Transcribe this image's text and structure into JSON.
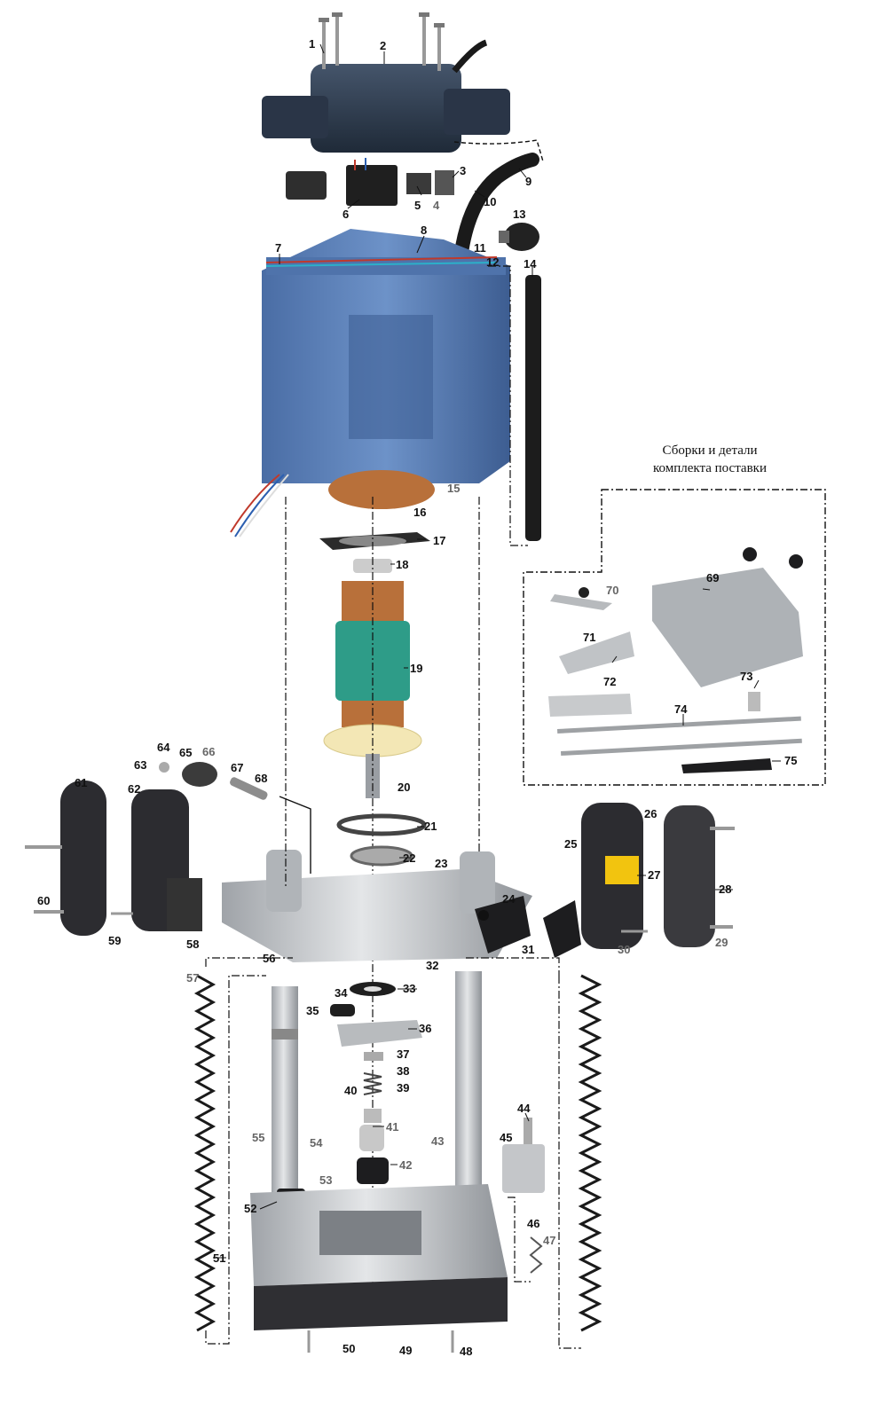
{
  "kit": {
    "caption_line1": "Сборки и детали",
    "caption_line2": "комплекта поставки"
  },
  "colors": {
    "motor_housing": "#5a7fb8",
    "cover_dark": "#2f3e52",
    "armature_green": "#2e9c88",
    "copper": "#b8703a",
    "fan": "#f3e7b5",
    "aluminium": "#c9ccd0",
    "black_part": "#1d1d1f"
  },
  "labels": [
    {
      "id": "1",
      "text": "1"
    },
    {
      "id": "2",
      "text": "2"
    },
    {
      "id": "3",
      "text": "3"
    },
    {
      "id": "4",
      "text": "4"
    },
    {
      "id": "5",
      "text": "5"
    },
    {
      "id": "6",
      "text": "6"
    },
    {
      "id": "7",
      "text": "7"
    },
    {
      "id": "8",
      "text": "8"
    },
    {
      "id": "9",
      "text": "9"
    },
    {
      "id": "10",
      "text": "10"
    },
    {
      "id": "11",
      "text": "11"
    },
    {
      "id": "12",
      "text": "12"
    },
    {
      "id": "13",
      "text": "13"
    },
    {
      "id": "14",
      "text": "14"
    },
    {
      "id": "15",
      "text": "15"
    },
    {
      "id": "16",
      "text": "16"
    },
    {
      "id": "17",
      "text": "17"
    },
    {
      "id": "18",
      "text": "18"
    },
    {
      "id": "19",
      "text": "19"
    },
    {
      "id": "20",
      "text": "20"
    },
    {
      "id": "21",
      "text": "21"
    },
    {
      "id": "22",
      "text": "22"
    },
    {
      "id": "23",
      "text": "23"
    },
    {
      "id": "24",
      "text": "24"
    },
    {
      "id": "25",
      "text": "25"
    },
    {
      "id": "26",
      "text": "26"
    },
    {
      "id": "27",
      "text": "27"
    },
    {
      "id": "28",
      "text": "28"
    },
    {
      "id": "29",
      "text": "29"
    },
    {
      "id": "30",
      "text": "30"
    },
    {
      "id": "31",
      "text": "31"
    },
    {
      "id": "32",
      "text": "32"
    },
    {
      "id": "33",
      "text": "33"
    },
    {
      "id": "34",
      "text": "34"
    },
    {
      "id": "35",
      "text": "35"
    },
    {
      "id": "36",
      "text": "36"
    },
    {
      "id": "37",
      "text": "37"
    },
    {
      "id": "38",
      "text": "38"
    },
    {
      "id": "39",
      "text": "39"
    },
    {
      "id": "40",
      "text": "40"
    },
    {
      "id": "41",
      "text": "41"
    },
    {
      "id": "42",
      "text": "42"
    },
    {
      "id": "43",
      "text": "43"
    },
    {
      "id": "44",
      "text": "44"
    },
    {
      "id": "45",
      "text": "45"
    },
    {
      "id": "46",
      "text": "46"
    },
    {
      "id": "47",
      "text": "47"
    },
    {
      "id": "48",
      "text": "48"
    },
    {
      "id": "49",
      "text": "49"
    },
    {
      "id": "50",
      "text": "50"
    },
    {
      "id": "51",
      "text": "51"
    },
    {
      "id": "52",
      "text": "52"
    },
    {
      "id": "53",
      "text": "53"
    },
    {
      "id": "54",
      "text": "54"
    },
    {
      "id": "55",
      "text": "55"
    },
    {
      "id": "56",
      "text": "56"
    },
    {
      "id": "57",
      "text": "57"
    },
    {
      "id": "58",
      "text": "58"
    },
    {
      "id": "59",
      "text": "59"
    },
    {
      "id": "60",
      "text": "60"
    },
    {
      "id": "61",
      "text": "61"
    },
    {
      "id": "62",
      "text": "62"
    },
    {
      "id": "63",
      "text": "63"
    },
    {
      "id": "64",
      "text": "64"
    },
    {
      "id": "65",
      "text": "65"
    },
    {
      "id": "66",
      "text": "66"
    },
    {
      "id": "67",
      "text": "67"
    },
    {
      "id": "68",
      "text": "68"
    },
    {
      "id": "69",
      "text": "69"
    },
    {
      "id": "70",
      "text": "70"
    },
    {
      "id": "71",
      "text": "71"
    },
    {
      "id": "72",
      "text": "72"
    },
    {
      "id": "73",
      "text": "73"
    },
    {
      "id": "74",
      "text": "74"
    },
    {
      "id": "75",
      "text": "75"
    }
  ]
}
